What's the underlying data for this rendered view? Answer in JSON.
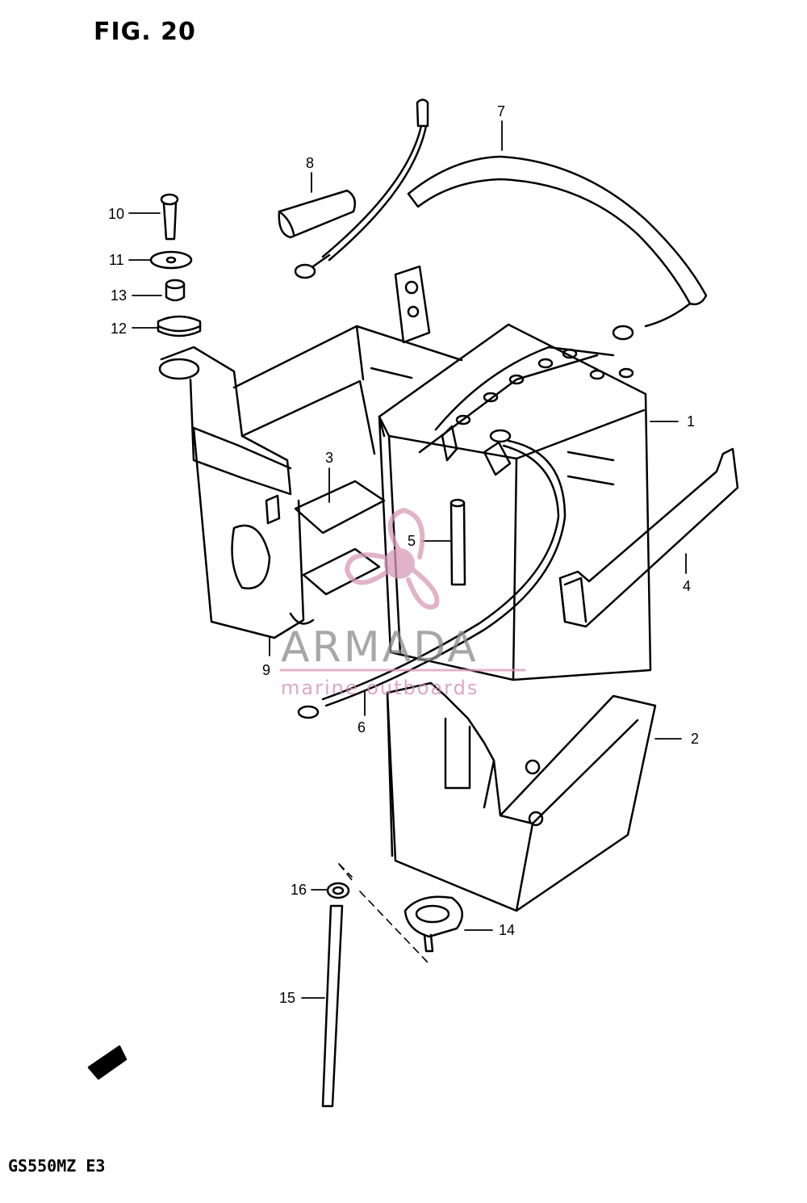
{
  "figure": {
    "title": "FIG. 20",
    "model_code": "GS550MZ E3"
  },
  "callouts": [
    "1",
    "2",
    "3",
    "4",
    "5",
    "6",
    "7",
    "8",
    "9",
    "10",
    "11",
    "12",
    "13",
    "14",
    "15",
    "16"
  ],
  "watermark": {
    "brand": "ARMADA",
    "tagline": "marine outboards",
    "color": "#d89ab8"
  },
  "colors": {
    "line": "#000000",
    "background": "#ffffff"
  }
}
